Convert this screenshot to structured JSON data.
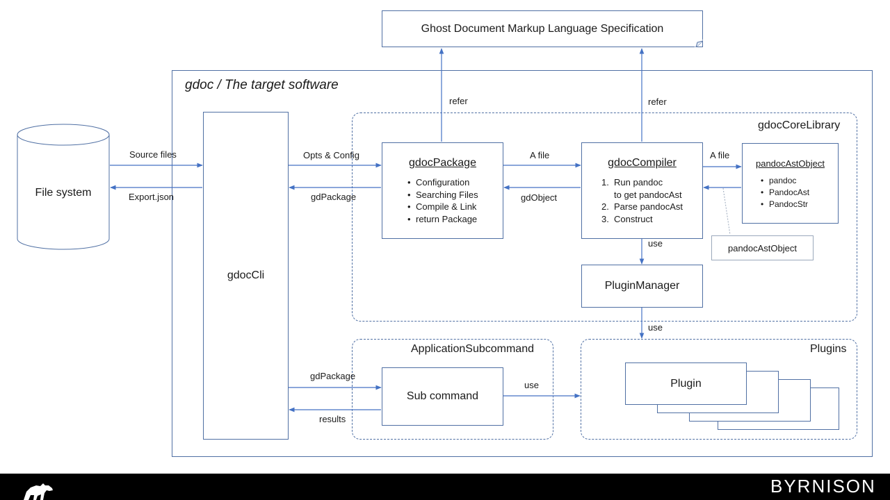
{
  "spec": {
    "title": "Ghost Document Markup Language Specification"
  },
  "target_software": {
    "title": "gdoc / The target software"
  },
  "file_system": {
    "label": "File system"
  },
  "cli": {
    "label": "gdocCli"
  },
  "core_library": {
    "title": "gdocCoreLibrary"
  },
  "package": {
    "title": "gdocPackage",
    "items": [
      "Configuration",
      "Searching Files",
      "Compile & Link",
      "return Package"
    ]
  },
  "compiler": {
    "title": "gdocCompiler",
    "steps": [
      "Run pandoc",
      "Parse pandocAst",
      "Construct"
    ],
    "step1_cont": "to get pandocAst"
  },
  "ast_object": {
    "title": "pandocAstObject",
    "items": [
      "pandoc",
      "PandocAst",
      "PandocStr"
    ],
    "callout": "pandocAstObject"
  },
  "plugin_manager": {
    "label": "PluginManager"
  },
  "app_subcommand": {
    "title": "ApplicationSubcommand",
    "sub_label": "Sub command"
  },
  "plugins": {
    "title": "Plugins",
    "plugin_label": "Plugin"
  },
  "edges": {
    "source_files": "Source files",
    "export_json": "Export.json",
    "opts_config": "Opts & Config",
    "gdpackage_top": "gdPackage",
    "refer_left": "refer",
    "refer_right": "refer",
    "a_file_1": "A file",
    "gdobject": "gdObject",
    "a_file_2": "A file",
    "use_1": "use",
    "use_2": "use",
    "gdpackage_bottom": "gdPackage",
    "results": "results",
    "use_3": "use"
  },
  "brand": {
    "name": "BYRNISON",
    "logo_icon": "polar-bear-logo"
  },
  "colors": {
    "line": "#4472c4",
    "border": "#4f6fa3",
    "footer": "#000000"
  }
}
